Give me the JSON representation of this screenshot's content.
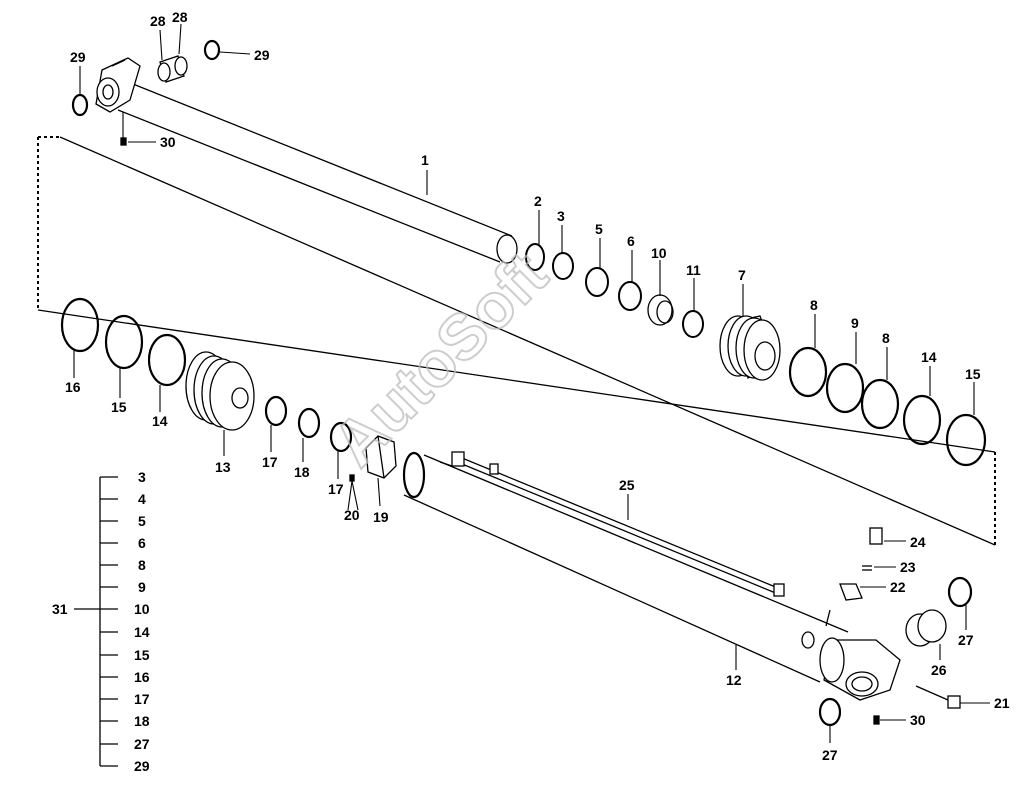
{
  "watermark": "AutoSoft",
  "callouts": {
    "c1": "1",
    "c2": "2",
    "c3": "3",
    "c5": "5",
    "c6": "6",
    "c10": "10",
    "c11": "11",
    "c7": "7",
    "c8a": "8",
    "c9": "9",
    "c8b": "8",
    "c14r": "14",
    "c15r": "15",
    "c16": "16",
    "c15l": "15",
    "c14l": "14",
    "c13": "13",
    "c17a": "17",
    "c18": "18",
    "c17b": "17",
    "c20": "20",
    "c19": "19",
    "c25": "25",
    "c24": "24",
    "c23": "23",
    "c22": "22",
    "c12": "12",
    "c26": "26",
    "c27a": "27",
    "c27b": "27",
    "c21": "21",
    "c30b": "30",
    "c28a": "28",
    "c28b": "28",
    "c29a": "29",
    "c29b": "29",
    "c30a": "30"
  },
  "kit": {
    "number": "31",
    "items": [
      "3",
      "4",
      "5",
      "6",
      "8",
      "9",
      "10",
      "14",
      "15",
      "16",
      "17",
      "18",
      "27",
      "29"
    ]
  }
}
